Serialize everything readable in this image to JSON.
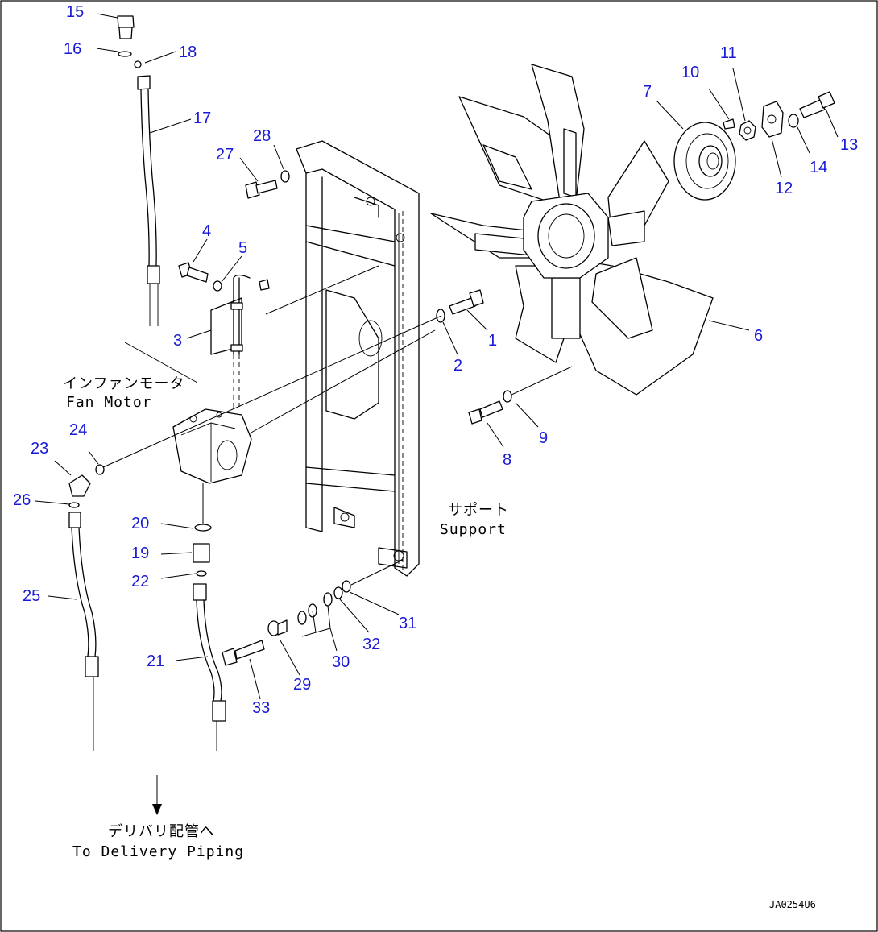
{
  "callouts": {
    "c1": "1",
    "c2": "2",
    "c3": "3",
    "c4": "4",
    "c5": "5",
    "c6": "6",
    "c7": "7",
    "c8": "8",
    "c9": "9",
    "c10": "10",
    "c11": "11",
    "c12": "12",
    "c13": "13",
    "c14": "14",
    "c15": "15",
    "c16": "16",
    "c17": "17",
    "c18": "18",
    "c19": "19",
    "c20": "20",
    "c21": "21",
    "c22": "22",
    "c23": "23",
    "c24": "24",
    "c25": "25",
    "c26": "26",
    "c27": "27",
    "c28": "28",
    "c29": "29",
    "c30": "30",
    "c31": "31",
    "c32": "32",
    "c33": "33"
  },
  "labels": {
    "fan_motor_jp": "インファンモータ",
    "fan_motor_en": "Fan Motor",
    "support_jp": "サポート",
    "support_en": "Support",
    "delivery_jp": "デリバリ配管へ",
    "delivery_en": "To Delivery Piping"
  },
  "drawing_code": "JA0254U6",
  "colors": {
    "callout": "#1a1ad6",
    "line": "#000000",
    "background": "#ffffff"
  }
}
